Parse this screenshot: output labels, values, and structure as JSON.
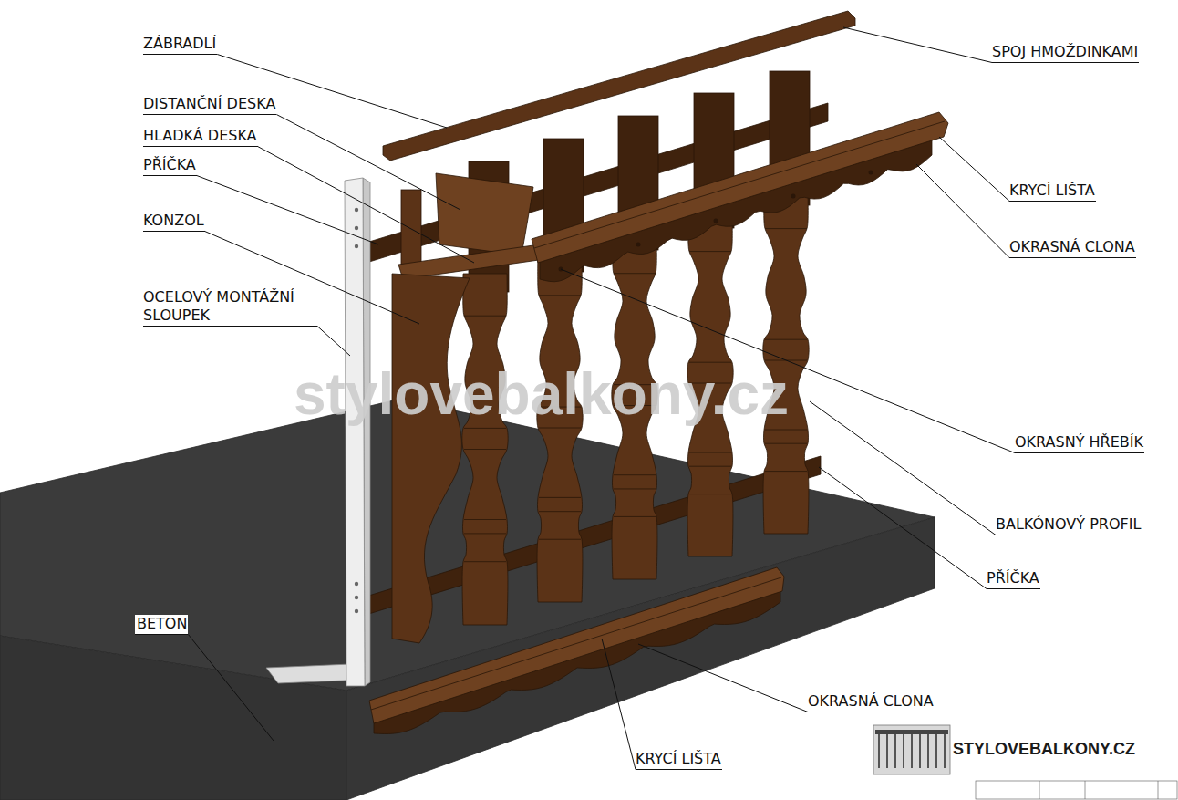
{
  "diagram": {
    "labels": [
      "ZÁBRADLÍ",
      "DISTANČNÍ DESKA",
      "HLADKÁ DESKA",
      "PŘÍČKA",
      "KONZOL",
      "OCELOVÝ MONTÁŽNÍ SLOUPEK",
      "BETON",
      "SPOJ HMOŽDINKAMI",
      "KRYCÍ LIŠTA",
      "OKRASNÁ CLONA",
      "OKRASNÝ HŘEBÍK",
      "BALKÓNOVÝ PROFIL",
      "PŘÍČKA",
      "OKRASNÁ CLONA",
      "KRYCÍ LIŠTA",
      "stylovebalkony.cz",
      "STYLOVEBALKONY.CZ"
    ]
  }
}
